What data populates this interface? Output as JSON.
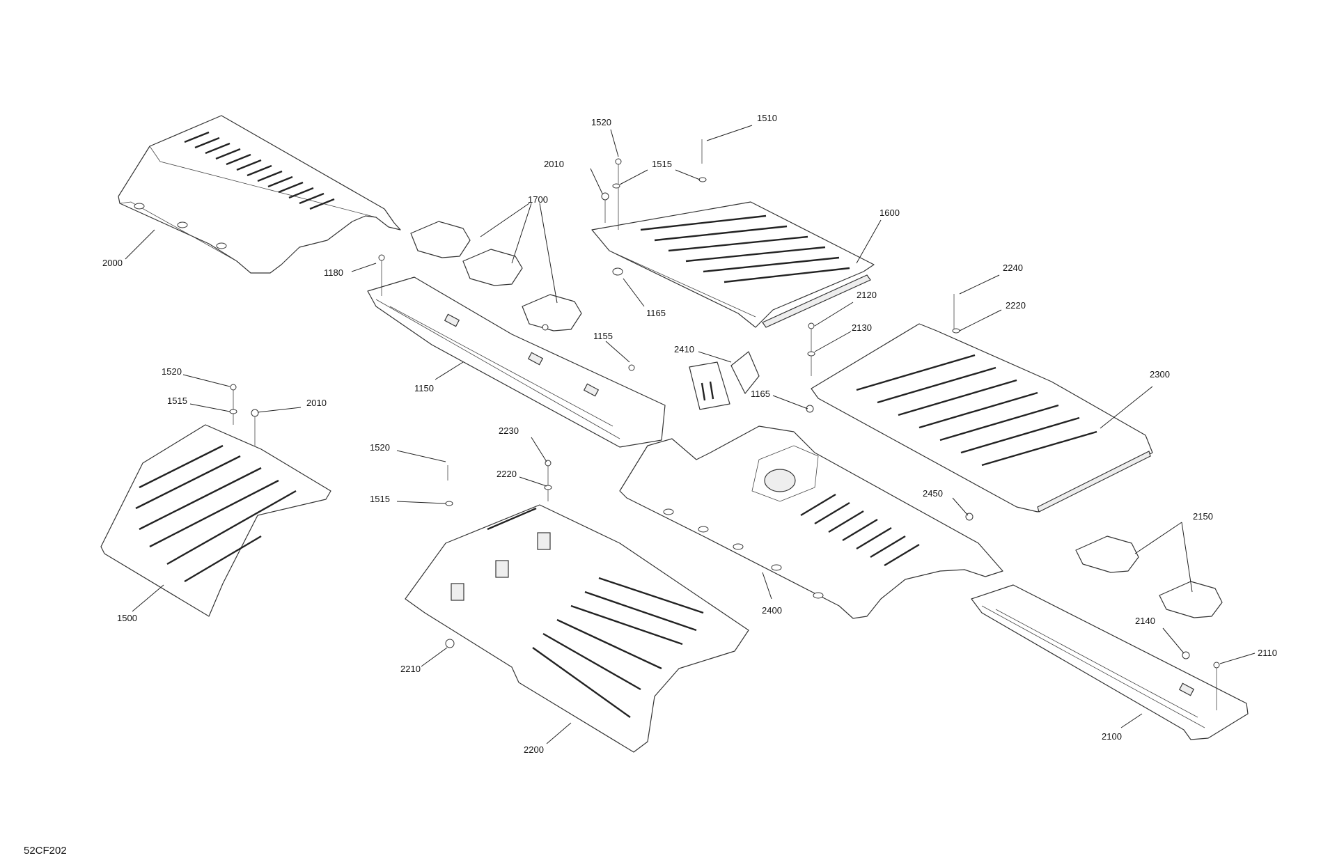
{
  "diagram_code": "52CF202",
  "callouts": {
    "c2000": "2000",
    "c1700": "1700",
    "c1180": "1180",
    "c1150": "1150",
    "c1155": "1155",
    "c1520_top": "1520",
    "c2010_top": "2010",
    "c1515_top": "1515",
    "c1510": "1510",
    "c1600": "1600",
    "c1165_top": "1165",
    "c2410": "2410",
    "c1165_mid": "1165",
    "c2120": "2120",
    "c2130": "2130",
    "c2240": "2240",
    "c2220_right": "2220",
    "c2300": "2300",
    "c1520_left": "1520",
    "c1515_left": "1515",
    "c2010_left": "2010",
    "c1500": "1500",
    "c2230": "2230",
    "c1520_mid": "1520",
    "c2220_mid": "2220",
    "c1515_mid": "1515",
    "c2210": "2210",
    "c2200": "2200",
    "c2400": "2400",
    "c2450": "2450",
    "c2150": "2150",
    "c2140": "2140",
    "c2110": "2110",
    "c2100": "2100"
  }
}
